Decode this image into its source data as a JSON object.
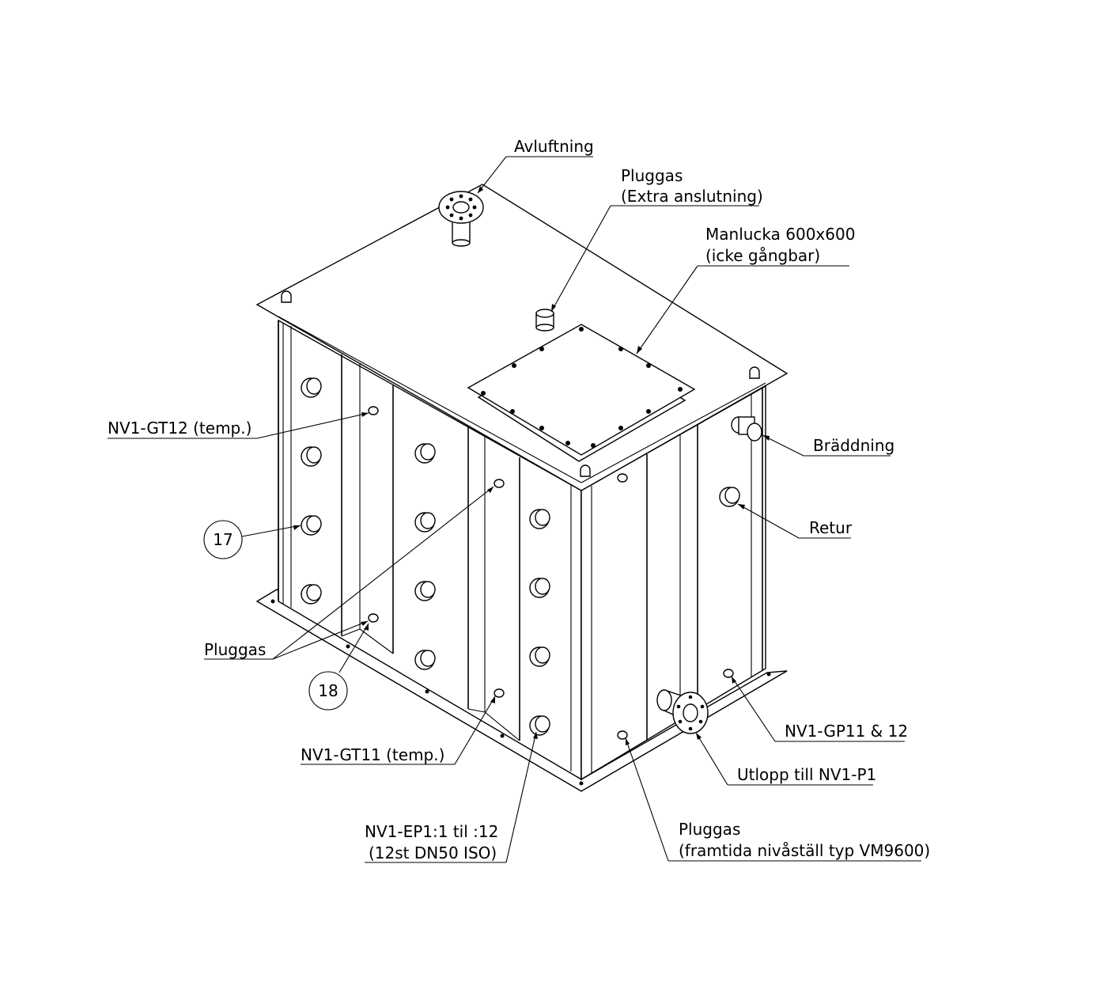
{
  "labels": {
    "avluftning": "Avluftning",
    "pluggas_top_1": "Pluggas",
    "pluggas_top_2": "(Extra anslutning)",
    "manlucka_1": "Manlucka 600x600",
    "manlucka_2": "(icke gångbar)",
    "gt12": "NV1-GT12 (temp.)",
    "braddning": "Bräddning",
    "retur": "Retur",
    "pluggas_left": "Pluggas",
    "gt11": "NV1-GT11 (temp.)",
    "gp11": "NV1-GP11 & 12",
    "utlopp": "Utlopp till NV1-P1",
    "ep1_1": "NV1-EP1:1 til :12",
    "ep1_2": "(12st DN50 ISO)",
    "pluggas_bottom_1": "Pluggas",
    "pluggas_bottom_2": "(framtida nivåställ typ VM9600)"
  },
  "balloons": {
    "b17": "17",
    "b18": "18"
  },
  "colors": {
    "line": "#000000",
    "background": "#ffffff"
  }
}
